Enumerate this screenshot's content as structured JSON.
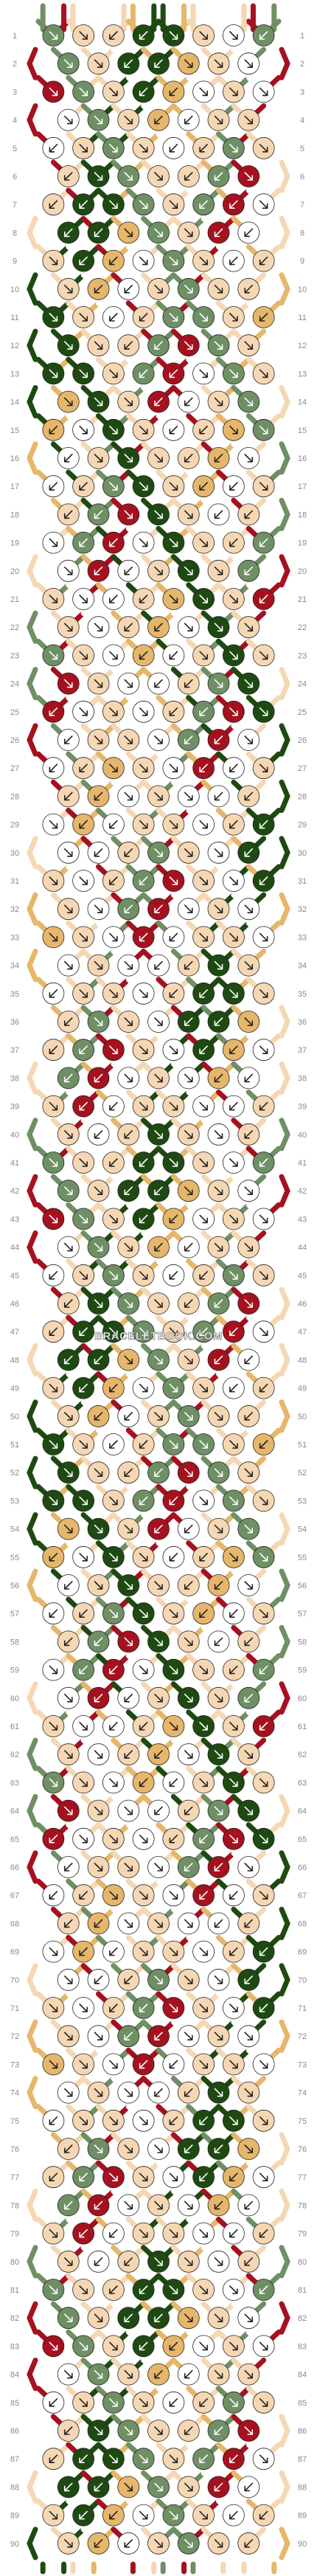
{
  "pattern": {
    "rows": 90,
    "strings": 16,
    "row_labels": [
      "1",
      "2",
      "3",
      "4",
      "5",
      "6",
      "7",
      "8",
      "9",
      "10",
      "11",
      "12",
      "13",
      "14",
      "15",
      "16",
      "17",
      "18",
      "19",
      "20",
      "21",
      "22",
      "23",
      "24",
      "25",
      "26",
      "27",
      "28",
      "29",
      "30",
      "31",
      "32",
      "33",
      "34",
      "35",
      "36",
      "37",
      "38",
      "39",
      "40",
      "41",
      "42",
      "43",
      "44",
      "45",
      "46",
      "47",
      "48",
      "49",
      "50",
      "51",
      "52",
      "53",
      "54",
      "55",
      "56",
      "57",
      "58",
      "59",
      "60",
      "61",
      "62",
      "63",
      "64",
      "65",
      "66",
      "67",
      "68",
      "69",
      "70",
      "71",
      "72",
      "73",
      "74",
      "75",
      "76",
      "77",
      "78",
      "79",
      "80",
      "81",
      "82",
      "83",
      "84",
      "85",
      "86",
      "87",
      "88",
      "89",
      "90"
    ],
    "colors": {
      "sage": "#6f8f65",
      "red": "#a5111f",
      "peach": "#f6d7b4",
      "white": "#ffffff",
      "gold": "#e6b66b",
      "forest": "#1e4a12"
    },
    "string_order": [
      "sage",
      "red",
      "peach",
      "white",
      "white",
      "peach",
      "gold",
      "forest",
      "forest",
      "gold",
      "peach",
      "white",
      "white",
      "peach",
      "red",
      "sage"
    ],
    "watermark": "BRACELETBOOK.COM"
  }
}
